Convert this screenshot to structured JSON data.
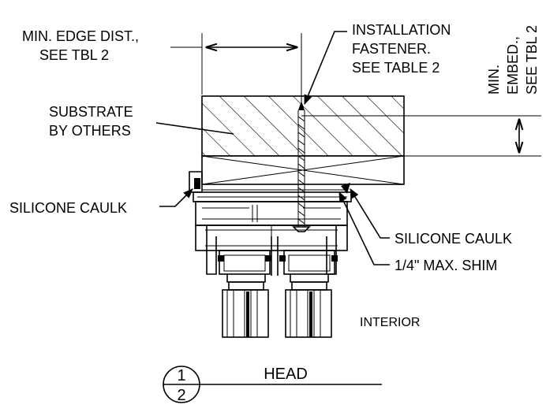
{
  "labels": {
    "min_edge_dist_line1": "MIN. EDGE DIST.,",
    "min_edge_dist_line2": "SEE TBL 2",
    "fastener_line1": "INSTALLATION",
    "fastener_line2": "FASTENER.",
    "fastener_line3": "SEE TABLE 2",
    "min_embed_line1": "MIN.",
    "min_embed_line2": "EMBED.,",
    "min_embed_line3": "SEE TBL 2",
    "substrate_line1": "SUBSTRATE",
    "substrate_line2": "BY OTHERS",
    "silicone_caulk_left": "SILICONE CAULK",
    "silicone_caulk_right": "SILICONE CAULK",
    "shim": "1/4\" MAX. SHIM",
    "interior": "INTERIOR"
  },
  "title_block": {
    "detail_number": "1",
    "sheet_number": "2",
    "title": "HEAD"
  }
}
